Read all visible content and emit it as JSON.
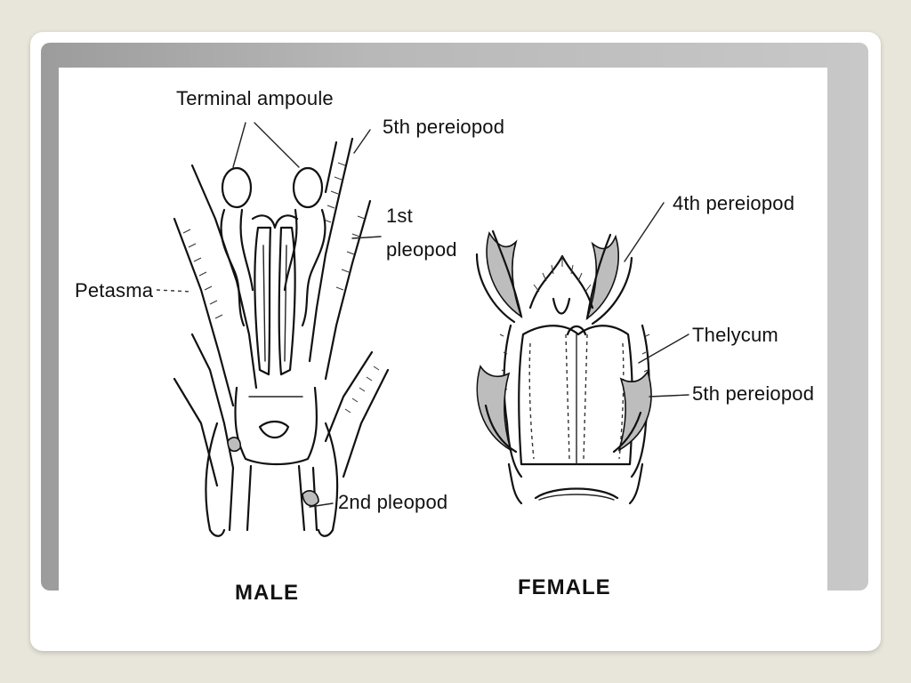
{
  "male": {
    "caption": "MALE",
    "labels": {
      "terminal_ampoule": "Terminal ampoule",
      "fifth_pereiopod": "5th pereiopod",
      "first_pleopod_line1": "1st",
      "first_pleopod_line2": "pleopod",
      "petasma": "Petasma",
      "second_pleopod": "2nd pleopod"
    }
  },
  "female": {
    "caption": "FEMALE",
    "labels": {
      "fourth_pereiopod": "4th pereiopod",
      "thelycum": "Thelycum",
      "fifth_pereiopod": "5th pereiopod"
    }
  }
}
